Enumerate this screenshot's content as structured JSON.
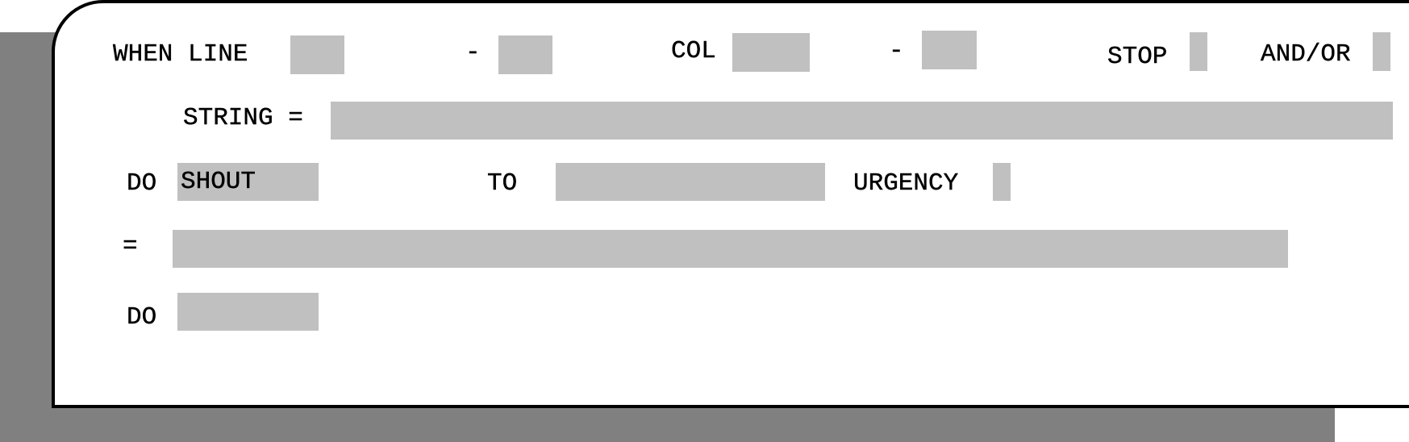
{
  "row1": {
    "when_line_label": "WHEN LINE",
    "line_from": "",
    "dash1": "-",
    "line_to": "",
    "col_label": "COL",
    "col_from": "",
    "dash2": "-",
    "col_to": "",
    "stop_label": "STOP",
    "stop_value": "",
    "andor_label": "AND/OR",
    "andor_value": ""
  },
  "row2": {
    "string_label": "STRING =",
    "string_value": ""
  },
  "row3": {
    "do_label": "DO",
    "do_value": "SHOUT",
    "to_label": "TO",
    "to_value": "",
    "urgency_label": "URGENCY",
    "urgency_value": ""
  },
  "row4": {
    "equals_label": "=",
    "message_value": ""
  },
  "row5": {
    "do_label": "DO",
    "do_value": ""
  },
  "colors": {
    "field_bg": "#c0c0c0",
    "shadow": "#808080",
    "border": "#000000"
  }
}
